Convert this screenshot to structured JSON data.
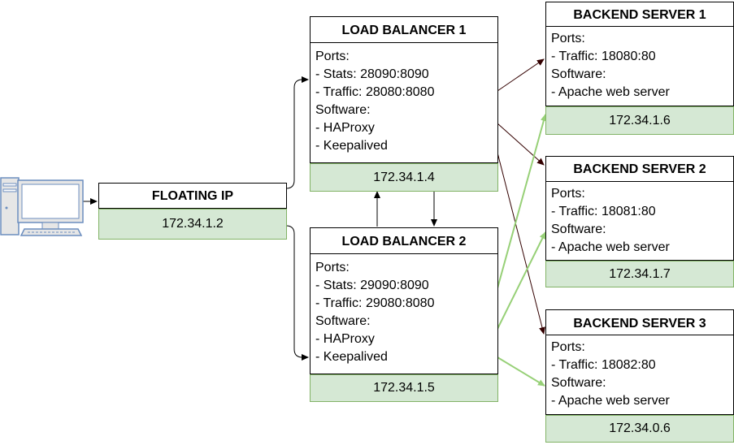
{
  "colors": {
    "header_bg": "#ffffff",
    "ip_fill": "#d5e8d4",
    "ip_border": "#82b366",
    "arrow_dark": "#330000",
    "arrow_green": "#97d077",
    "pc_blue": "#6c8ebf"
  },
  "client": {
    "icon": "desktop-computer-icon"
  },
  "floating_ip": {
    "title": "FLOATING IP",
    "ip": "172.34.1.2"
  },
  "load_balancers": [
    {
      "title": "LOAD BALANCER 1",
      "lines": [
        "Ports:",
        "- Stats: 28090:8090",
        "- Traffic: 28080:8080",
        "Software:",
        "- HAProxy",
        "- Keepalived"
      ],
      "ip": "172.34.1.4"
    },
    {
      "title": "LOAD BALANCER 2",
      "lines": [
        "Ports:",
        "- Stats: 29090:8090",
        "- Traffic: 29080:8080",
        "Software:",
        "- HAProxy",
        "- Keepalived"
      ],
      "ip": "172.34.1.5"
    }
  ],
  "backends": [
    {
      "title": "BACKEND SERVER 1",
      "lines": [
        "Ports:",
        "- Traffic: 18080:80",
        "Software:",
        "- Apache web server"
      ],
      "ip": "172.34.1.6"
    },
    {
      "title": "BACKEND SERVER 2",
      "lines": [
        "Ports:",
        "- Traffic: 18081:80",
        "Software:",
        "- Apache web server"
      ],
      "ip": "172.34.1.7"
    },
    {
      "title": "BACKEND SERVER 3",
      "lines": [
        "Ports:",
        "- Traffic: 18082:80",
        "Software:",
        "- Apache web server"
      ],
      "ip": "172.34.0.6"
    }
  ]
}
